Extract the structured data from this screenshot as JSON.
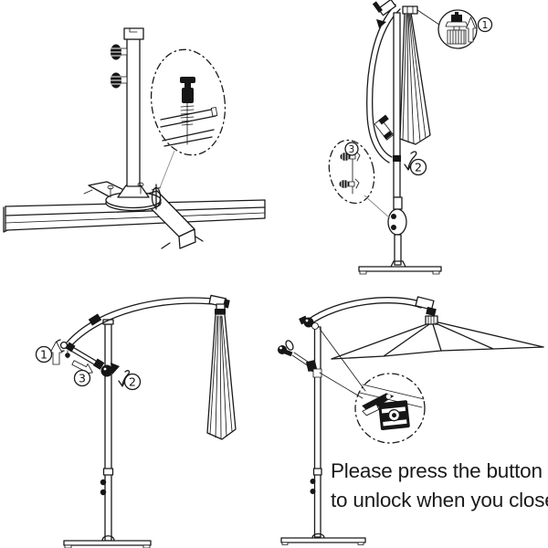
{
  "colors": {
    "ink": "#1a1a1a",
    "paper": "#ffffff",
    "leader_line": "#8a8a8a"
  },
  "caption": {
    "line1": "Please press the button",
    "line2": "to unlock when you close"
  },
  "steps": {
    "attach": {
      "one": "1",
      "two": "2",
      "three": "3"
    },
    "fold": {
      "one": "1",
      "two": "2",
      "three": "3"
    }
  },
  "icons": {
    "detail_callout_circle": "magnifier-detail-circle",
    "detail_callout_ellipse": "magnifier-detail-ellipse",
    "up_arrow": "up-arrow",
    "diagonal_arrow": "down-right-arrow",
    "curved_arrow": "curl-down-arrow"
  }
}
